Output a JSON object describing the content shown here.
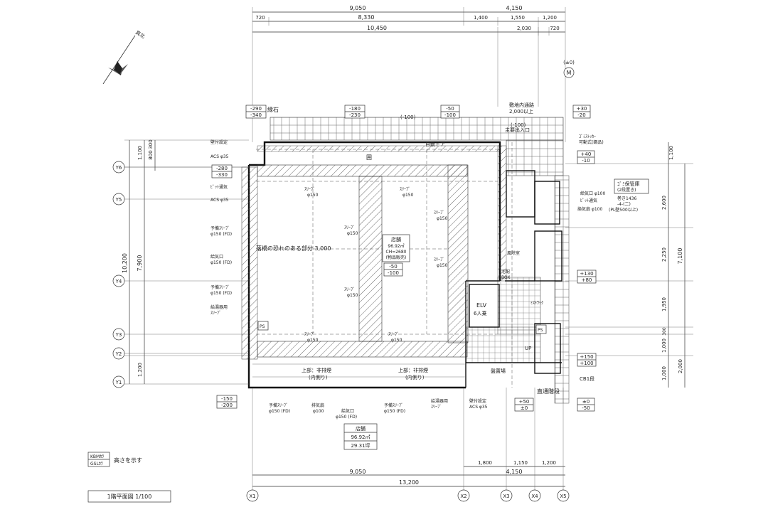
{
  "plan": {
    "title": "1階平面図 1/100",
    "legend": {
      "kbm": "KBMｶﾗ",
      "gsl": "GSLｶﾗ",
      "desc": "高さを示す"
    },
    "north_label": "真北",
    "dims_top": {
      "row1": [
        "9,050",
        "4,150"
      ],
      "row2": [
        "720",
        "8,330",
        "1,400",
        "1,550",
        "1,200"
      ],
      "row3": [
        "10,450",
        "2,030",
        "720"
      ]
    },
    "dims_bottom": {
      "row1": [
        "9,050",
        "1,800",
        "1,150",
        "1,200"
      ],
      "row2": [
        "4,150"
      ],
      "row3": [
        "13,200"
      ]
    },
    "dims_left": {
      "total": "10,200",
      "major": [
        "7,900",
        "1,200"
      ],
      "minor": [
        "1,100",
        "800",
        "300"
      ]
    },
    "dims_right": {
      "minor": [
        "1,100",
        "2,600",
        "2,250",
        "1,950",
        "300",
        "1,000",
        "2,000",
        "1,000"
      ],
      "major": [
        "7,100"
      ]
    },
    "grid_left": [
      "Y6",
      "Y5",
      "Y4",
      "Y3",
      "Y2",
      "Y1"
    ],
    "grid_bottom": [
      "X1",
      "X2",
      "X3",
      "X4",
      "X5"
    ],
    "level_tags": [
      {
        "top": "-290",
        "bot": "-340"
      },
      {
        "top": "-180",
        "bot": "-230"
      },
      {
        "top": "-50",
        "bot": "-100"
      },
      {
        "top": "+30",
        "bot": "-20"
      },
      {
        "top": "+40",
        "bot": "-10"
      },
      {
        "top": "-280",
        "bot": "-330"
      },
      {
        "top": "+130",
        "bot": "+80"
      },
      {
        "top": "+150",
        "bot": "+100"
      },
      {
        "top": "-150",
        "bot": "-200"
      },
      {
        "top": "+50",
        "bot": "±0"
      },
      {
        "top": "±0",
        "bot": "-50"
      }
    ],
    "bench": {
      "top": "(±0)",
      "mark": "M"
    },
    "misc_levels": [
      "(-100)",
      "(-100)"
    ],
    "labels": {
      "curb": "縁石",
      "road1": "敷地内通路",
      "road2": "2,000以上",
      "main_entrance": "主要出入口",
      "autodoor": "自動ドア",
      "fence": "囲",
      "danger": "落橋の恐れのある部分 3,000",
      "ps1": "PS",
      "ps2": "PS",
      "elv1": "ELV",
      "elv2": "6人乗",
      "up": "UP",
      "board": "盤置場",
      "straight_stair": "直通階段",
      "cb": "CB1段",
      "upper_left1": "上部：非排煙",
      "upper_left2": "(内側り)",
      "upper_right1": "上部：非排煙",
      "upper_right2": "(内側り)",
      "room_name": "店舗",
      "room_area": "96.92㎡",
      "room_ch": "CH=2680",
      "room_note": "(物品販売)",
      "room_level_top": "-50",
      "room_level_bot": "-100",
      "wind": "風除室",
      "lobby1": "宅配",
      "lobby2": "BOX",
      "mistrack": "ﾐｽﾄﾗｯｸ",
      "garbage1": "ｺﾞﾐ保管庫",
      "garbage2": "(2段置き)",
      "garbage3": "巻き1436",
      "garbage4": "-4-(二)",
      "garbage5": "(PL壁500以上)",
      "gomi1": "ｺﾞﾐｽﾄｯｶｰ",
      "gomi2": "可動式(鋼品)",
      "kyuki": "給気口 φ100",
      "pit": "ﾋﾟｯﾄ通気",
      "kanki": "換気扇 φ100",
      "pit_vent": "ﾋﾟｯﾄ通気",
      "acs1": "ACS φ35",
      "acs2": "ACS φ35",
      "kabetsuke": "壁付設定",
      "sleeve1a": "予備ｽﾘｰﾌﾞ",
      "sleeve1b": "φ150 (FD)",
      "kyukiko": "給気口",
      "kyukiko_b": "φ150 (FD)",
      "sleeve2a": "予備ｽﾘｰﾌﾞ",
      "sleeve2b": "φ150 (FD)",
      "spare_a": "給湯器用",
      "spare_b": "ｽﾘｰﾌﾞ",
      "slv": "ｽﾘｰﾌﾞ",
      "slv_d": "φ150",
      "bt1": "予備ｽﾘｰﾌﾞ",
      "bt1b": "φ150 (FD)",
      "bt2": "排気扇",
      "bt2b": "φ100",
      "bt3": "給気口",
      "bt3b": "φ150 (FD)",
      "bt4": "予備ｽﾘｰﾌﾞ",
      "bt4b": "φ150 (FD)",
      "bt5": "給湯器用",
      "bt5b": "ｽﾘｰﾌﾞ",
      "bt6": "壁付設定",
      "bt6b": "ACS φ35",
      "summary_name": "店舗",
      "summary_area": "96.92㎡",
      "summary_tsubo": "29.31坪"
    }
  }
}
